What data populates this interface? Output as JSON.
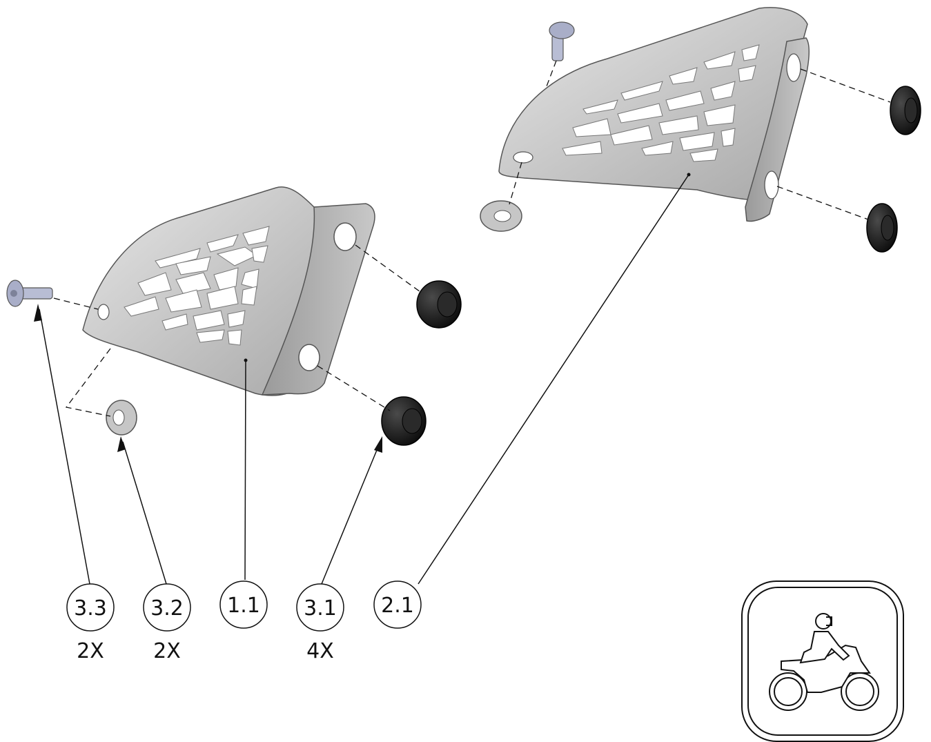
{
  "balloons": [
    {
      "id": "b33",
      "label": "3.3",
      "qty": "2X"
    },
    {
      "id": "b32",
      "label": "3.2",
      "qty": "2X"
    },
    {
      "id": "b11",
      "label": "1.1",
      "qty": ""
    },
    {
      "id": "b31",
      "label": "3.1",
      "qty": "4X"
    },
    {
      "id": "b21",
      "label": "2.1",
      "qty": ""
    }
  ],
  "colors": {
    "line": "#111111",
    "plate_light": "#d9d9d9",
    "plate_mid": "#b9b9b9",
    "plate_dark": "#8e8e8e",
    "rubber": "#1a1a1a",
    "bolt": "#a9aec8"
  },
  "icons": [
    "motorcycle-rider-icon"
  ]
}
